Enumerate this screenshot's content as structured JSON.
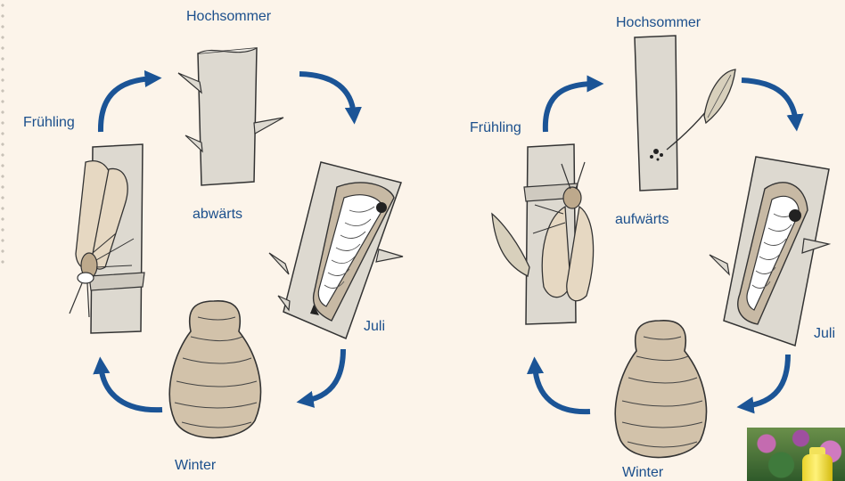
{
  "left_cycle": {
    "summer": "Hochsommer",
    "spring": "Frühling",
    "direction": "abwärts",
    "july": "Juli",
    "winter": "Winter"
  },
  "right_cycle": {
    "summer": "Hochsommer",
    "spring": "Frühling",
    "direction": "aufwärts",
    "july": "Juli",
    "winter": "Winter"
  },
  "colors": {
    "background": "#fcf4ea",
    "label_text": "#1b4f8c",
    "arrow": "#1b5496",
    "stem_fill": "#ddd9d0",
    "cocoon_fill": "#d2c2aa",
    "moth_fill": "#e6d8c2"
  }
}
